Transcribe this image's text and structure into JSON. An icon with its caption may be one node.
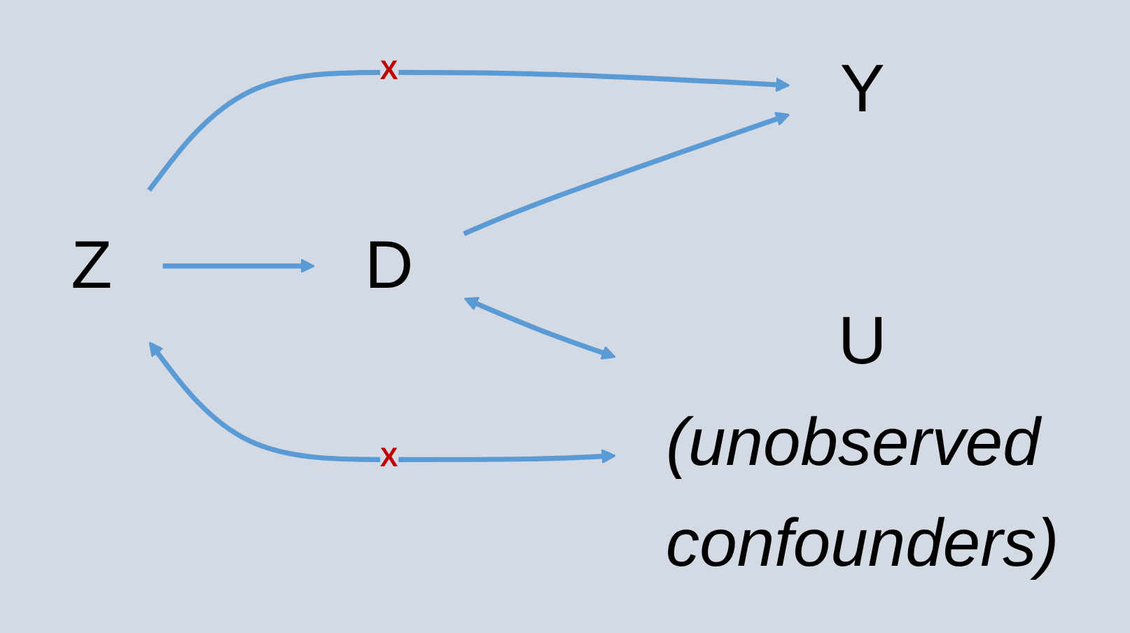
{
  "diagram": {
    "nodes": [
      {
        "text": [
          "Z"
        ]
      },
      {
        "text": [
          "D"
        ]
      },
      {
        "text": [
          "Y"
        ]
      },
      {
        "text": [
          "U"
        ],
        "beside": [
          "(unobserved confounders)"
        ]
      }
    ],
    "edges": [
      {
        "from": 0,
        "to": 2,
        "arrow": "to",
        "label": "X"
      },
      {
        "from": 0,
        "to": 1,
        "arrow": "to"
      },
      {
        "from": 1,
        "to": 2,
        "arrow": "to"
      },
      {
        "from": 0,
        "to": 3,
        "arrow": "both",
        "label": "X"
      },
      {
        "from": 1,
        "to": 3,
        "arrow": "both"
      }
    ]
  }
}
